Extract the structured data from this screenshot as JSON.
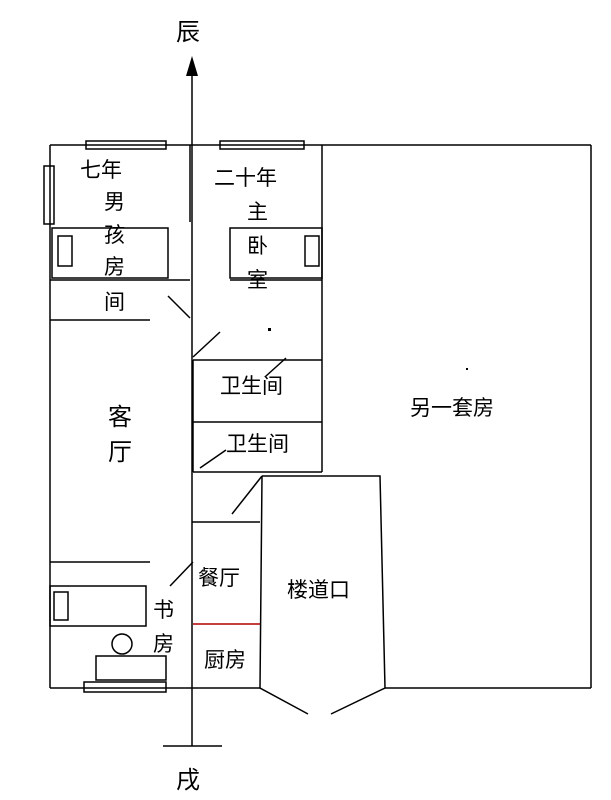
{
  "compass": {
    "north": "辰",
    "south": "戌"
  },
  "rooms": {
    "boy_room": {
      "line1": "七年",
      "line2": "男",
      "line3": "孩",
      "line4": "房",
      "line5": "间"
    },
    "master_bedroom": {
      "line1": "二十年",
      "line2": "主",
      "line3": "卧",
      "line4": "室"
    },
    "bathroom_1": "卫生间",
    "bathroom_2": "卫生间",
    "living_room": {
      "line1": "客",
      "line2": "厅"
    },
    "other_unit": "另一套房",
    "dining_room": "餐厅",
    "stairwell": "楼道口",
    "study": {
      "line1": "书",
      "line2": "房"
    },
    "kitchen": "厨房"
  },
  "colors": {
    "line": "#000000",
    "fill": "#ffffff",
    "accent": "#b00000"
  }
}
